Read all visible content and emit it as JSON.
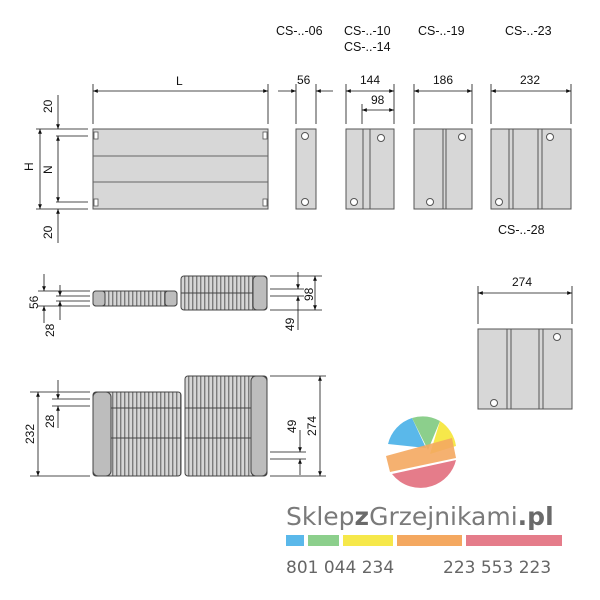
{
  "models": {
    "m06": "CS-..-06",
    "m10": "CS-..-10",
    "m14": "CS-..-14",
    "m19": "CS-..-19",
    "m23": "CS-..-23",
    "m28": "CS-..-28"
  },
  "dimensions": {
    "L": "L",
    "H": "H",
    "N": "N",
    "top_margin": "20",
    "bottom_margin": "20",
    "w56": "56",
    "w144": "144",
    "w98": "98",
    "w186": "186",
    "w232": "232",
    "w274": "274",
    "side_56": "56",
    "side_28": "28",
    "side_98": "98",
    "side_49": "49",
    "bottom_232": "232",
    "bottom_28": "28",
    "bottom_49": "49",
    "bottom_274": "274"
  },
  "brand": {
    "name_part1": "Sklep",
    "name_part2": "z",
    "name_part3": "Grzejnikami",
    "name_part4": ".pl",
    "phone_1": "801 044 234",
    "phone_2": "223 553 223",
    "stripe_colors": [
      "#5ab8ea",
      "#8ccf8c",
      "#f6e84a",
      "#f4a860",
      "#e57c8a"
    ]
  }
}
